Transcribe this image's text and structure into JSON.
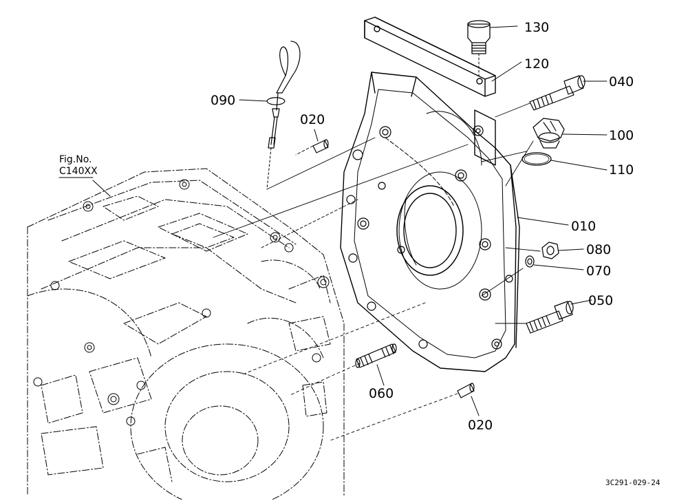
{
  "figure_reference": {
    "label": "Fig.No.",
    "code": "C140XX"
  },
  "callouts": {
    "p130": "130",
    "p120": "120",
    "p040": "040",
    "p090": "090",
    "p020_top": "020",
    "p100": "100",
    "p110": "110",
    "p010": "010",
    "p080": "080",
    "p070": "070",
    "p050": "050",
    "p060": "060",
    "p020_bottom": "020"
  },
  "drawing_code": "3C291-029-24",
  "colors": {
    "line": "#000000",
    "background": "#ffffff"
  }
}
